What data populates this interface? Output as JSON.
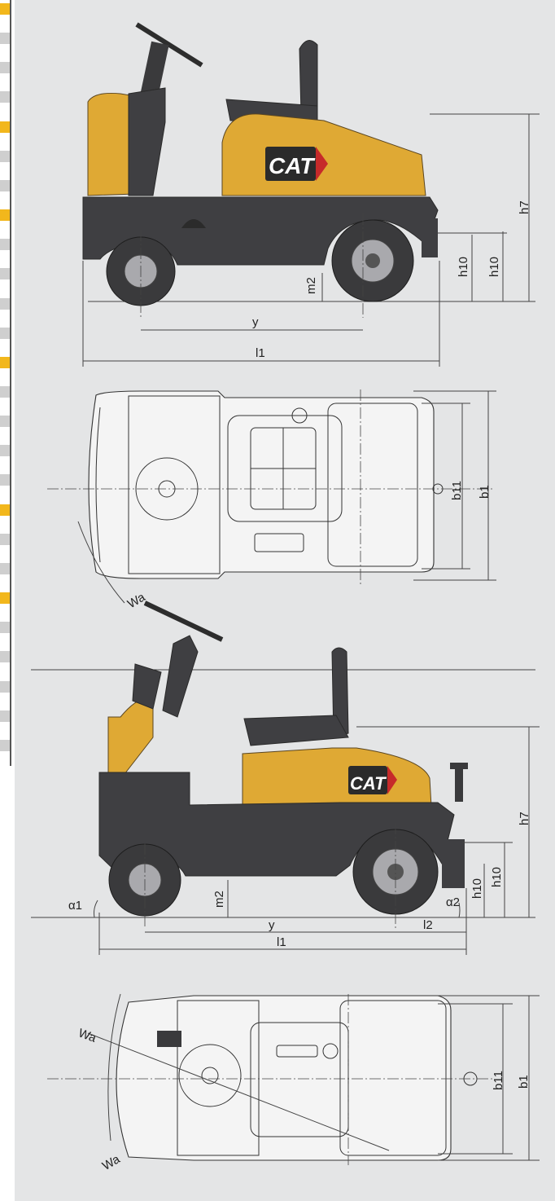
{
  "brand": {
    "logo_text": "CAT",
    "accent_color": "#dfa934",
    "dark_color": "#3f3f42",
    "logo_red": "#c62a2a"
  },
  "sidebar": {
    "colors": [
      "#f2b71c",
      "#cfcfcf"
    ]
  },
  "views": {
    "side_view_1": {
      "labels": {
        "h7": "h7",
        "h10_a": "h10",
        "h10_b": "h10",
        "m2": "m2",
        "y": "y",
        "l1": "l1"
      }
    },
    "top_view_1": {
      "labels": {
        "b11": "b11",
        "b1": "b1",
        "wa": "Wa"
      }
    },
    "side_view_2": {
      "labels": {
        "h7": "h7",
        "h10_a": "h10",
        "h10_b": "h10",
        "m2": "m2",
        "y": "y",
        "l1": "l1",
        "l2": "l2",
        "alpha1": "α1",
        "alpha2": "α2"
      }
    },
    "top_view_2": {
      "labels": {
        "b11": "b11",
        "b1": "b1",
        "wa_top": "Wa",
        "wa_bottom": "Wa"
      }
    }
  }
}
